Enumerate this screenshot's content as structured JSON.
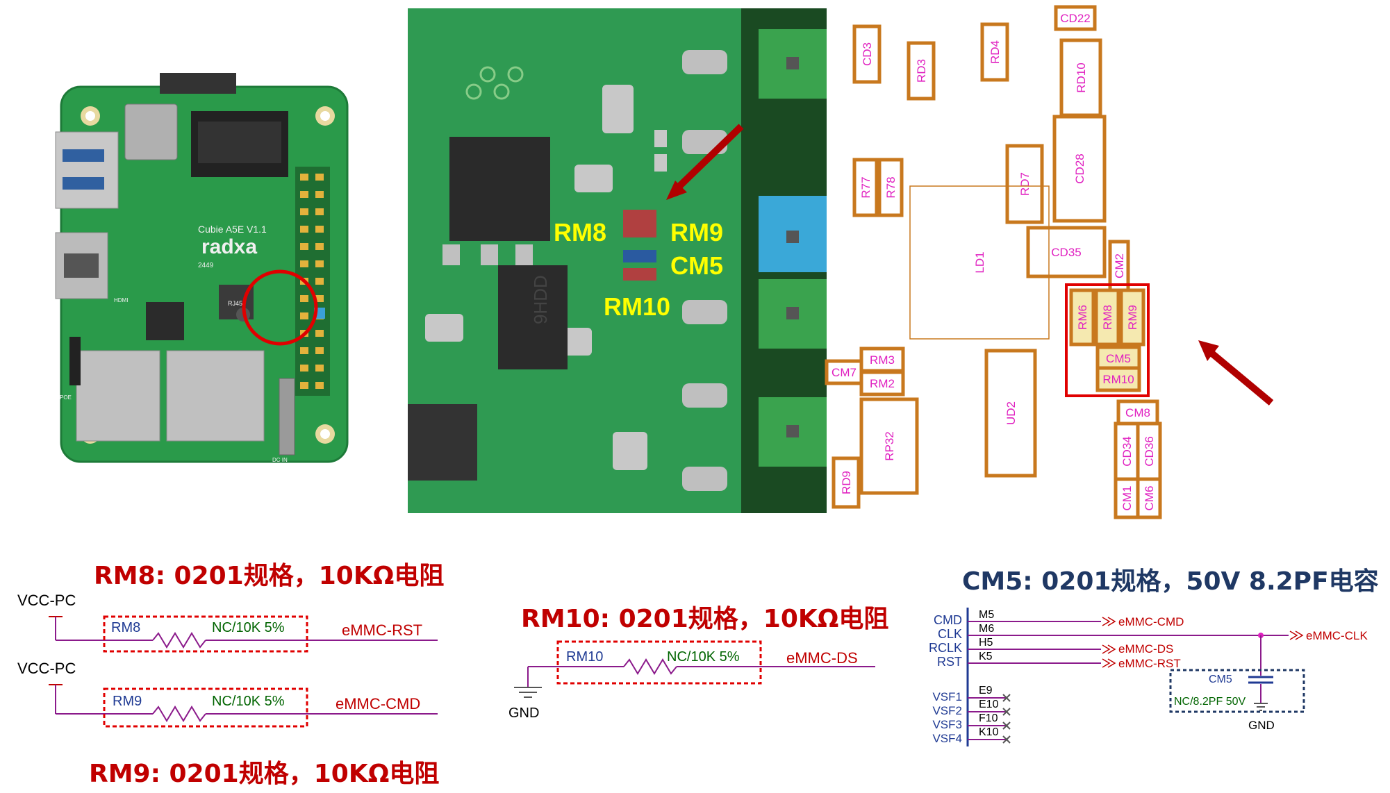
{
  "board": {
    "model_label": "Cubie A5E  V1.1",
    "brand_label": "radxa",
    "date_code": "2449",
    "port_label": "RJ45",
    "hdmi_label": "HDMI",
    "poe_label": "POE",
    "dc_label": "DC IN"
  },
  "photo_labels": {
    "rm8": "RM8",
    "rm9": "RM9",
    "cm5": "CM5",
    "rm10": "RM10",
    "chip": "9HDD"
  },
  "pcb_labels": [
    "CD3",
    "RD3",
    "RD4",
    "CD22",
    "RD10",
    "CD28",
    "RD7",
    "R77",
    "R78",
    "LD1",
    "CD35",
    "CM2",
    "RM6",
    "RM8",
    "RM9",
    "CM5",
    "RM10",
    "CM7",
    "RM3",
    "RM2",
    "UD2",
    "CM8",
    "CD34",
    "CD36",
    "RP32",
    "RD9",
    "CM1",
    "CM6"
  ],
  "captions": {
    "rm8": "RM8: 0201规格，10KΩ电阻",
    "rm9": "RM9: 0201规格，10KΩ电阻",
    "rm10": "RM10: 0201规格，10KΩ电阻",
    "cm5": "CM5: 0201规格，50V 8.2PF电容"
  },
  "schematic": {
    "vcc": "VCC-PC",
    "rm8_ref": "RM8",
    "rm8_val": "NC/10K 5%",
    "rm8_net": "eMMC-RST",
    "rm9_ref": "RM9",
    "rm9_val": "NC/10K 5%",
    "rm9_net": "eMMC-CMD",
    "rm10_ref": "RM10",
    "rm10_val": "NC/10K 5%",
    "rm10_net": "eMMC-DS",
    "gnd": "GND",
    "pins": [
      {
        "sig": "CMD",
        "ball": "M5"
      },
      {
        "sig": "CLK",
        "ball": "M6"
      },
      {
        "sig": "RCLK",
        "ball": "H5"
      },
      {
        "sig": "RST",
        "ball": "K5"
      }
    ],
    "vsf": [
      {
        "sig": "VSF1",
        "ball": "E9"
      },
      {
        "sig": "VSF2",
        "ball": "E10"
      },
      {
        "sig": "VSF3",
        "ball": "F10"
      },
      {
        "sig": "VSF4",
        "ball": "K10"
      }
    ],
    "nets": [
      "eMMC-CMD",
      "eMMC-CLK",
      "eMMC-DS",
      "eMMC-RST"
    ],
    "cm5_ref": "CM5",
    "cm5_val": "NC/8.2PF 50V"
  },
  "colors": {
    "caption_red": "#c00000",
    "caption_navy": "#1f3864",
    "net_red": "#c00000",
    "ref_blue": "#1f3a93",
    "val_green": "#006400",
    "pcb_outline": "#c8781e",
    "pcb_text": "#e020c0",
    "photo_label": "#ffff00",
    "arrow": "#b00000"
  }
}
